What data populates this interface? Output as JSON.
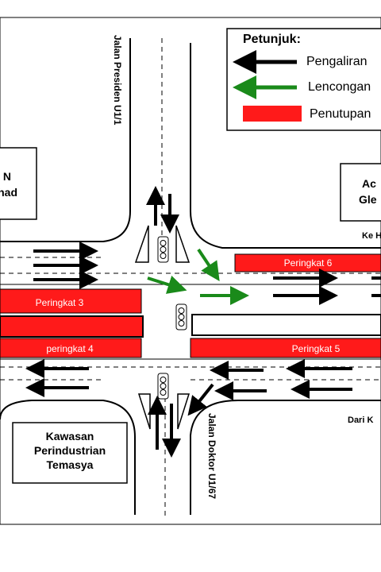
{
  "legend": {
    "title": "Petunjuk:",
    "items": [
      {
        "label": "Pengaliran",
        "color": "#000000",
        "kind": "arrow"
      },
      {
        "label": "Lencongan",
        "color": "#1a8a1a",
        "kind": "arrow"
      },
      {
        "label": "Penutupan",
        "color": "#ff1a1a",
        "kind": "block"
      }
    ]
  },
  "roads": {
    "north": "Jalan Presiden U1/1",
    "south": "Jalan Doktor U1/67"
  },
  "buildings": {
    "nw": [
      "N",
      "had"
    ],
    "ne": [
      "Ac",
      "Gle"
    ],
    "sw": [
      "Kawasan",
      "Perindustrian",
      "Temasya"
    ]
  },
  "directions": {
    "east_top": "Ke H",
    "east_bottom": "Dari K"
  },
  "closures": {
    "phase3": "Peringkat 3",
    "phase4": "peringkat 4",
    "phase5": "Peringkat 5",
    "phase6": "Peringkat 6"
  },
  "colors": {
    "closure": "#ff1a1a",
    "detour": "#1a8a1a",
    "flow": "#000000"
  }
}
